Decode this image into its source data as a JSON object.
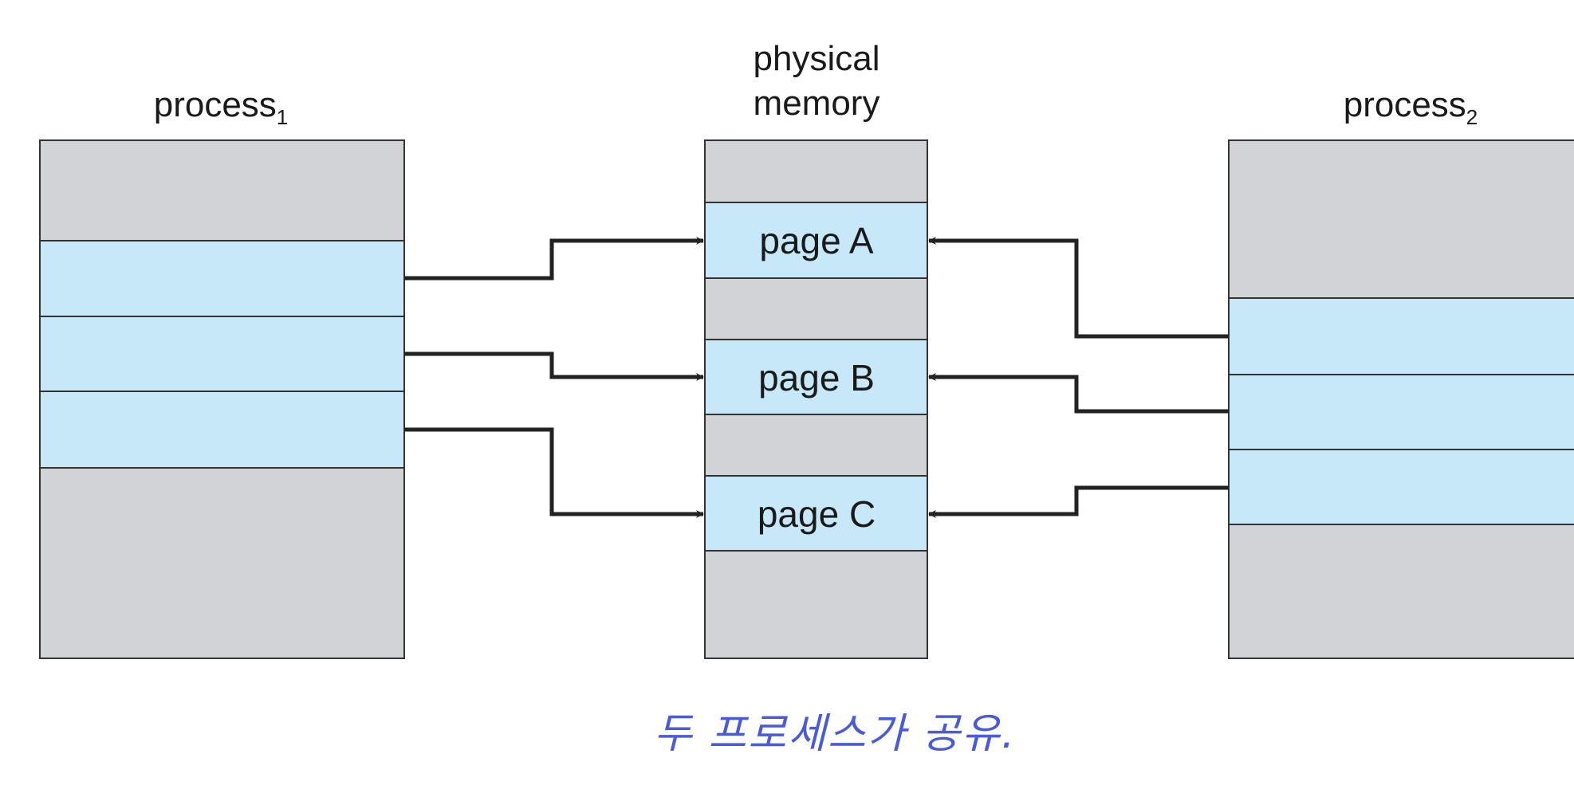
{
  "labels": {
    "process1": "process",
    "process1_sub": "1",
    "memory_line1": "physical",
    "memory_line2": "memory",
    "process2": "process",
    "process2_sub": "2"
  },
  "pages": [
    "page A",
    "page B",
    "page C"
  ],
  "annotation": "두 프로세스가 공유.",
  "colors": {
    "unshared": "#d1d3d6",
    "shared": "#c6e8f8",
    "annotation": "#4a5bd6"
  }
}
